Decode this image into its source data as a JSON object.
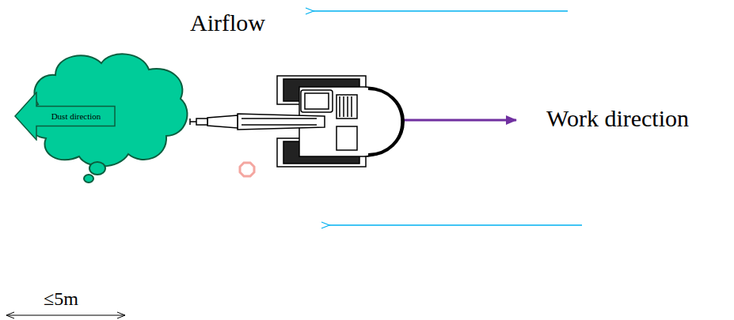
{
  "diagram": {
    "nodes": [
      {
        "text": [
          "Dust direction"
        ]
      }
    ],
    "labels": [
      "Airflow",
      "Work direction",
      "≤5m"
    ]
  }
}
